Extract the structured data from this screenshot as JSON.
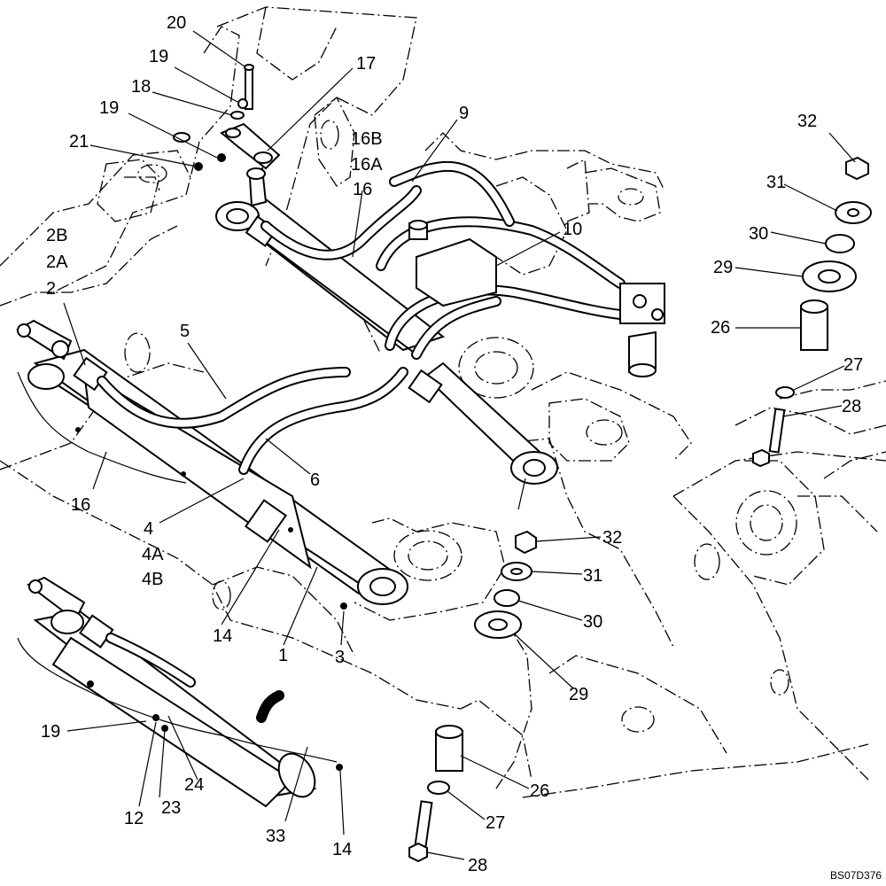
{
  "callouts": [
    {
      "id": "c20",
      "text": "20"
    },
    {
      "id": "c19a",
      "text": "19"
    },
    {
      "id": "c18",
      "text": "18"
    },
    {
      "id": "c17",
      "text": "17"
    },
    {
      "id": "c19b",
      "text": "19"
    },
    {
      "id": "c21",
      "text": "21"
    },
    {
      "id": "c16b",
      "text": "16B"
    },
    {
      "id": "c16a",
      "text": "16A"
    },
    {
      "id": "c16top",
      "text": "16"
    },
    {
      "id": "c9",
      "text": "9"
    },
    {
      "id": "c10",
      "text": "10"
    },
    {
      "id": "c2b",
      "text": "2B"
    },
    {
      "id": "c2a",
      "text": "2A"
    },
    {
      "id": "c2",
      "text": "2"
    },
    {
      "id": "c5",
      "text": "5"
    },
    {
      "id": "c6",
      "text": "6"
    },
    {
      "id": "c16left",
      "text": "16"
    },
    {
      "id": "c4",
      "text": "4"
    },
    {
      "id": "c4a",
      "text": "4A"
    },
    {
      "id": "c4b",
      "text": "4B"
    },
    {
      "id": "c14a",
      "text": "14"
    },
    {
      "id": "c1",
      "text": "1"
    },
    {
      "id": "c3",
      "text": "3"
    },
    {
      "id": "c32a",
      "text": "32"
    },
    {
      "id": "c31a",
      "text": "31"
    },
    {
      "id": "c30a",
      "text": "30"
    },
    {
      "id": "c29a",
      "text": "29"
    },
    {
      "id": "c26a",
      "text": "26"
    },
    {
      "id": "c27a",
      "text": "27"
    },
    {
      "id": "c28a",
      "text": "28"
    },
    {
      "id": "c32b",
      "text": "32"
    },
    {
      "id": "c31b",
      "text": "31"
    },
    {
      "id": "c30b",
      "text": "30"
    },
    {
      "id": "c29b",
      "text": "29"
    },
    {
      "id": "c26b",
      "text": "26"
    },
    {
      "id": "c27b",
      "text": "27"
    },
    {
      "id": "c28b",
      "text": "28"
    },
    {
      "id": "c19c",
      "text": "19"
    },
    {
      "id": "c12",
      "text": "12"
    },
    {
      "id": "c23",
      "text": "23"
    },
    {
      "id": "c24",
      "text": "24"
    },
    {
      "id": "c33",
      "text": "33"
    },
    {
      "id": "c14b",
      "text": "14"
    }
  ],
  "drawing_code": "BS07D376"
}
